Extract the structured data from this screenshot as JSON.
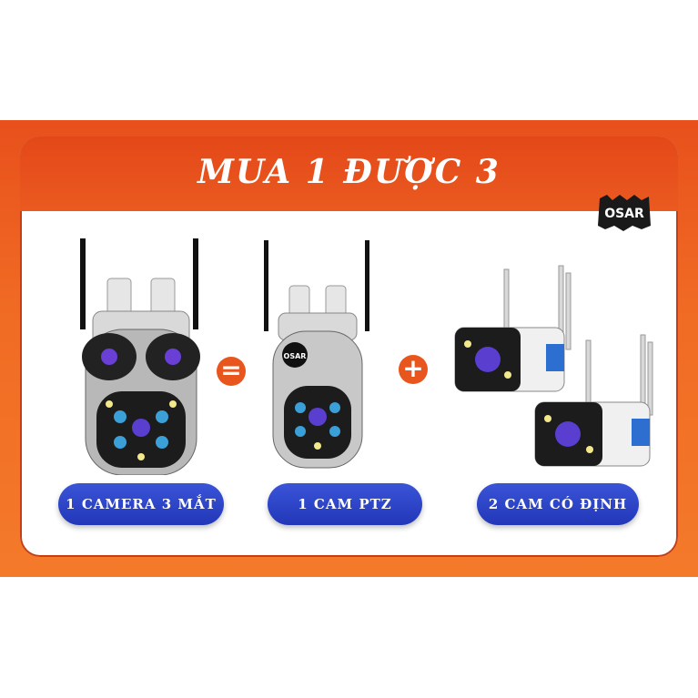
{
  "title": "MUA 1 ĐƯỢC 3",
  "logo_text": "OSAR",
  "products": [
    {
      "label": "1 CAMERA 3 MẮT",
      "icon": "triple-lens-ptz-camera"
    },
    {
      "label": "1 CAM PTZ",
      "icon": "ptz-camera"
    },
    {
      "label": "2 CAM CÓ ĐỊNH",
      "icon": "bullet-camera"
    }
  ],
  "operators": [
    "=",
    "+"
  ],
  "colors": {
    "banner": "#f06a24",
    "pill": "#2a40c4",
    "symbol": "#e8561e"
  }
}
